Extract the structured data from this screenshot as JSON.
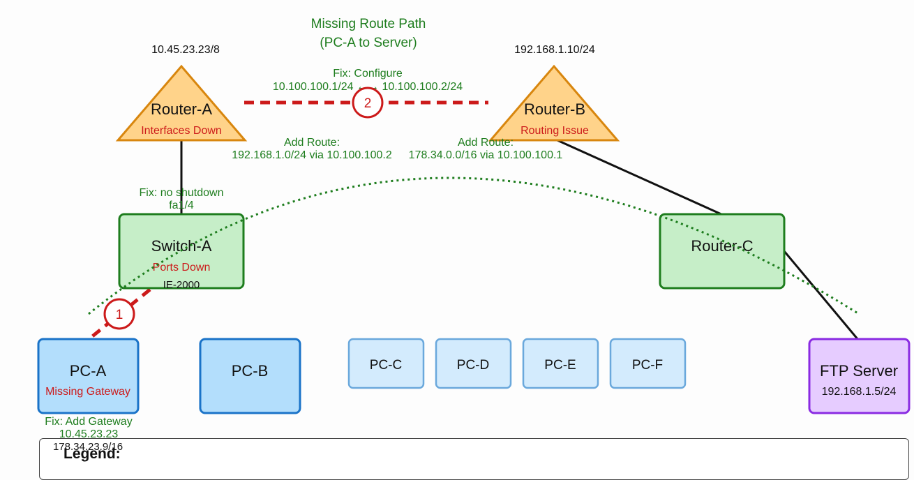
{
  "title": {
    "line1": "Missing Route Path",
    "line2": "(PC-A to Server)"
  },
  "nodes": {
    "router_a": {
      "name": "Router-A",
      "status": "Interfaces Down",
      "ip": "10.45.23.23/8"
    },
    "router_b": {
      "name": "Router-B",
      "status": "Routing Issue",
      "ip": "192.168.1.10/24"
    },
    "router_c": {
      "name": "Router-C"
    },
    "switch_a": {
      "name": "Switch-A",
      "status": "Ports Down",
      "model": "IE-2000"
    },
    "pc_a": {
      "name": "PC-A",
      "status": "Missing Gateway"
    },
    "pc_b": {
      "name": "PC-B"
    },
    "pc_c": {
      "name": "PC-C"
    },
    "pc_d": {
      "name": "PC-D"
    },
    "pc_e": {
      "name": "PC-E"
    },
    "pc_f": {
      "name": "PC-F"
    },
    "ftp_server": {
      "name": "FTP Server",
      "ip": "192.168.1.5/24"
    }
  },
  "annotations": {
    "fix_link_line1": "Fix: Configure",
    "fix_link_line2": "10.100.100.1/24 ←→ 10.100.100.2/24",
    "route_a_line1": "Add Route:",
    "route_a_line2": "192.168.1.0/24 via 10.100.100.2",
    "route_b_line1": "Add Route:",
    "route_b_line2": "178.34.0.0/16 via 10.100.100.1",
    "fix_switch_line1": "Fix: no shutdown",
    "fix_switch_line2": "fa1/4",
    "fix_pc_line1": "Fix: Add Gateway",
    "fix_pc_line2": "10.45.23.23",
    "pc_a_ip": "178.34.23.9/16"
  },
  "markers": {
    "one": "1",
    "two": "2"
  },
  "legend": {
    "title": "Legend:"
  },
  "colors": {
    "router_fill": "#ffd38a",
    "router_stroke": "#d8860e",
    "switch_fill": "#c6eec8",
    "switch_stroke": "#1e7d1e",
    "pc_fill": "#b3defc",
    "pc_stroke": "#1a73c8",
    "pc_light_fill": "#d3ebfd",
    "pc_light_stroke": "#6aa8dc",
    "server_fill": "#e6ccff",
    "server_stroke": "#8a2be2",
    "fault": "#cc1a1a",
    "path": "#1e7d1e"
  }
}
